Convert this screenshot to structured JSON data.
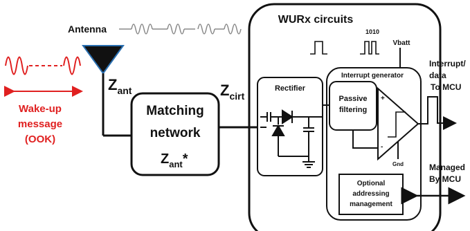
{
  "labels": {
    "antenna": "Antenna",
    "wakeup_line1": "Wake-up",
    "wakeup_line2": "message",
    "wakeup_line3": "(OOK)",
    "z_ant_main": "Z",
    "z_ant_sub": "ant",
    "z_cirt_main": "Z",
    "z_cirt_sub": "cirt",
    "matching_line1": "Matching",
    "matching_line2": "network",
    "matching_z_main": "Z",
    "matching_z_sub": "ant",
    "matching_z_star": "*",
    "wurx_title": "WURx circuits",
    "bits": "1010",
    "vbatt": "Vbatt",
    "rectifier": "Rectifier",
    "interrupt_generator": "Interrupt generator",
    "passive_line1": "Passive",
    "passive_line2": "filtering",
    "plus": "+",
    "minus": "-",
    "gnd": "Gnd",
    "optional_line1": "Optional",
    "optional_line2": "addressing",
    "optional_line3": "management",
    "interrupt_out_line1": "Interrupt/",
    "interrupt_out_line2": "data",
    "interrupt_out_line3": "To MCU",
    "managed_line1": "Managed",
    "managed_line2": "By MCU"
  },
  "colors": {
    "signal_red": "#e02020",
    "line": "#111111",
    "wave_gray": "#888888",
    "antenna_fill": "#111111",
    "antenna_edge": "#2a6fb0"
  }
}
